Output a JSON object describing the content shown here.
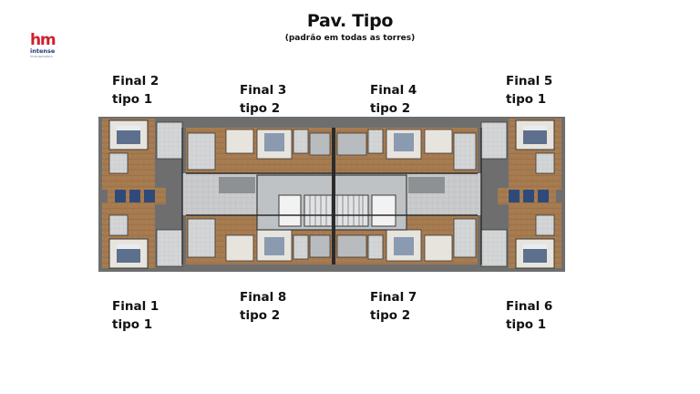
{
  "header": {
    "title": "Pav. Tipo",
    "subtitle": "(padrão em todas as torres)"
  },
  "logo": {
    "mark": "hm",
    "word": "intense",
    "sub": "incorporadora"
  },
  "units": {
    "final2": {
      "name": "Final 2",
      "type": "tipo 1"
    },
    "final3": {
      "name": "Final 3",
      "type": "tipo 2"
    },
    "final4": {
      "name": "Final 4",
      "type": "tipo 2"
    },
    "final5": {
      "name": "Final 5",
      "type": "tipo 1"
    },
    "final1": {
      "name": "Final 1",
      "type": "tipo 1"
    },
    "final8": {
      "name": "Final 8",
      "type": "tipo 2"
    },
    "final7": {
      "name": "Final 7",
      "type": "tipo 2"
    },
    "final6": {
      "name": "Final 6",
      "type": "tipo 1"
    }
  },
  "colors": {
    "wood": "#a57a4f",
    "wall": "#3a3a3a",
    "tile": "#cfd2d3",
    "bed": "#5c6f8c",
    "logo_red": "#d11f2e",
    "logo_blue": "#233a7a"
  }
}
